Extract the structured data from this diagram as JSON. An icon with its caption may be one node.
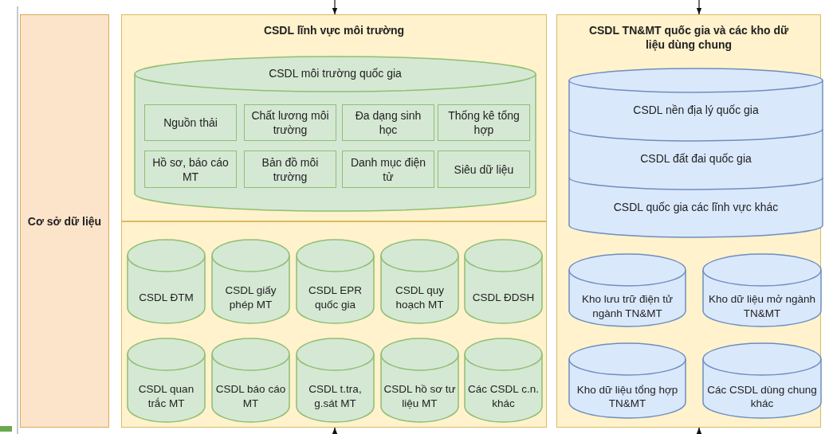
{
  "diagram": {
    "nodes": [
      {
        "text": [
          "Cơ sở dữ liệu"
        ]
      },
      {
        "text": [
          "CSDL lĩnh vực môi trường"
        ]
      },
      {
        "text": [],
        "shape": "box"
      },
      {
        "text": [
          "CSDL môi trường quốc gia"
        ],
        "in": 1
      },
      {
        "text": [
          "Nguồn thải"
        ],
        "in": 3
      },
      {
        "text": [
          "Chất lương môi trường"
        ],
        "in": 3
      },
      {
        "text": [
          "Đa dạng sinh học"
        ],
        "in": 3
      },
      {
        "text": [
          "Thống kê tổng hợp"
        ],
        "in": 3
      },
      {
        "text": [
          "Hồ sơ, báo cáo MT"
        ],
        "in": 3
      },
      {
        "text": [
          "Bản đồ môi trường"
        ],
        "in": 3
      },
      {
        "text": [
          "Danh mục điện tử"
        ],
        "in": 3
      },
      {
        "text": [
          "Siêu dữ liệu"
        ],
        "in": 3
      },
      {
        "text": [
          "CSDL ĐTM"
        ],
        "in": 2
      },
      {
        "text": [
          "CSDL giấy phép MT"
        ],
        "in": 2
      },
      {
        "text": [
          "CSDL EPR quốc gia"
        ],
        "in": 2
      },
      {
        "text": [
          "CSDL quy hoạch MT"
        ],
        "in": 2
      },
      {
        "text": [
          "CSDL ĐDSH"
        ],
        "in": 2
      },
      {
        "text": [
          "CSDL quan trắc MT"
        ],
        "in": 2
      },
      {
        "text": [
          "CSDL báo cáo MT"
        ],
        "in": 2
      },
      {
        "text": [
          "CSDL t.tra, g.sát MT"
        ],
        "in": 2
      },
      {
        "text": [
          "CSDL hồ sơ tư liệu MT"
        ],
        "in": 2
      },
      {
        "text": [
          "Các CSDL c.n. khác"
        ],
        "in": 2
      },
      {
        "text": [
          "CSDL TN&MT quốc gia và các kho dữ liệu dùng chung"
        ]
      },
      {
        "text": [
          "CSDL nền địa lý quốc gia",
          "CSDL đất đai quốc gia",
          "CSDL quốc gia các lĩnh vực khác"
        ],
        "in": 22
      },
      {
        "text": [
          "Kho lưu trữ điện tử ngành TN&MT"
        ],
        "in": 22
      },
      {
        "text": [
          "Kho dữ liệu mở ngành TN&MT"
        ],
        "in": 22
      },
      {
        "text": [
          "Kho dữ liệu tổng hợp TN&MT"
        ],
        "in": 22
      },
      {
        "text": [
          "Các CSDL dùng chung khác"
        ],
        "in": 22
      }
    ],
    "edges": [
      {
        "from": null,
        "to": 1,
        "arrow": "to"
      },
      {
        "from": null,
        "to": 2,
        "arrow": "to"
      },
      {
        "from": null,
        "to": 22,
        "arrow": "to"
      },
      {
        "from": null,
        "to": 22,
        "arrow": "to"
      }
    ]
  }
}
